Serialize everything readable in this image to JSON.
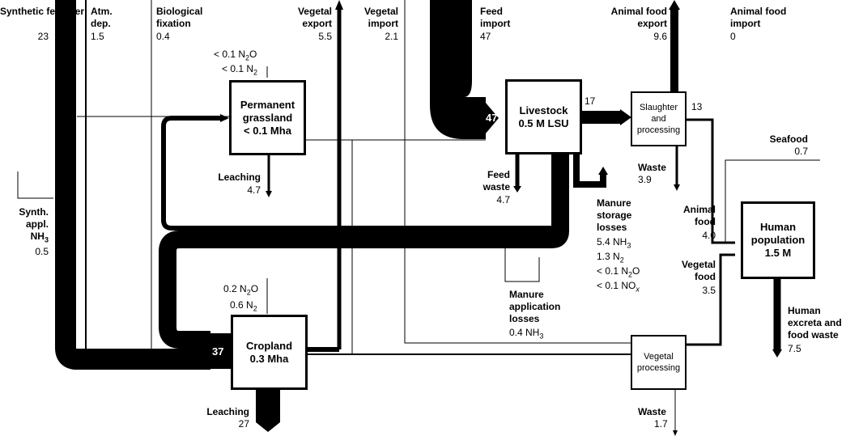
{
  "nodes": {
    "grassland": {
      "title": "Permanent grassland",
      "area": "< 0.1 Mha"
    },
    "livestock": {
      "title": "Livestock",
      "units": "0.5 M LSU",
      "inflow": "47"
    },
    "slaughter": {
      "title": "Slaughter and processing"
    },
    "cropland": {
      "title": "Cropland",
      "area": "0.3 Mha",
      "inflow": "37"
    },
    "vegetal_processing": {
      "title": "Vegetal processing"
    },
    "human": {
      "title": "Human population",
      "size": "1.5 M"
    }
  },
  "inputs": {
    "synthetic_fertilizer": {
      "label": "Synthetic fertilizer",
      "value": "23"
    },
    "atm_dep": {
      "label": "Atm. dep.",
      "value": "1.5"
    },
    "biological_fixation": {
      "label": "Biological fixation",
      "value": "0.4"
    },
    "vegetal_export": {
      "label": "Vegetal export",
      "value": "5.5"
    },
    "vegetal_import": {
      "label": "Vegetal import",
      "value": "2.1"
    },
    "feed_import": {
      "label": "Feed import",
      "value": "47"
    },
    "animal_food_export": {
      "label": "Animal food export",
      "value": "9.6"
    },
    "animal_food_import": {
      "label": "Animal food import",
      "value": "0"
    },
    "synth_appl_nh3": {
      "label": "Synth. appl. NH3",
      "value": "0.5"
    },
    "seafood": {
      "label": "Seafood",
      "value": "0.7"
    }
  },
  "losses": {
    "grassland_n2o": "< 0.1 N2O",
    "grassland_n2": "< 0.1 N2",
    "grassland_leaching": {
      "label": "Leaching",
      "value": "4.7"
    },
    "feed_waste": {
      "label": "Feed waste",
      "value": "4.7"
    },
    "livestock_to_slaughter": "17",
    "slaughter_to_food": "13",
    "slaughter_waste": {
      "label": "Waste",
      "value": "3.9"
    },
    "manure_storage": {
      "label": "Manure storage losses",
      "values": [
        "5.4 NH3",
        "1.3 N2",
        "< 0.1 N2O",
        "< 0.1 NOx"
      ]
    },
    "manure_application": {
      "label": "Manure application losses",
      "value": "0.4 NH3"
    },
    "cropland_n2o": "0.2 N2O",
    "cropland_n2": "0.6 N2",
    "cropland_leaching": {
      "label": "Leaching",
      "value": "27"
    },
    "vegetal_waste": {
      "label": "Waste",
      "value": "1.7"
    }
  },
  "food": {
    "animal_food": {
      "label": "Animal food",
      "value": "4.0"
    },
    "vegetal_food": {
      "label": "Vegetal food",
      "value": "3.5"
    },
    "human_excreta": {
      "label": "Human excreta and food waste",
      "value": "7.5"
    }
  }
}
